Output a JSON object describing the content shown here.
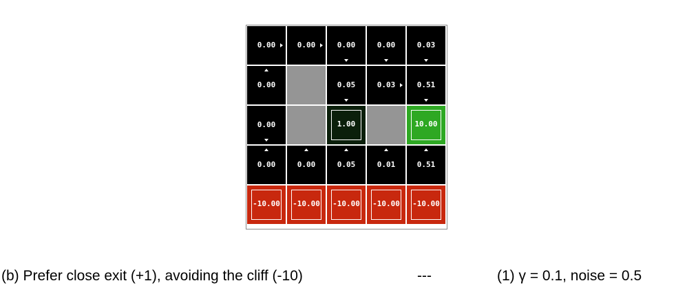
{
  "gridworld": {
    "colors": {
      "empty": "#000000",
      "wall": "#959595",
      "exit_positive_small": "#0b1f0b",
      "exit_positive_large": "#2ea823",
      "cliff": "#c8280e",
      "text": "#ffffff"
    },
    "rows": [
      [
        {
          "type": "empty",
          "value": "0.00",
          "arrow": "right"
        },
        {
          "type": "empty",
          "value": "0.00",
          "arrow": "right"
        },
        {
          "type": "empty",
          "value": "0.00",
          "arrow": "down"
        },
        {
          "type": "empty",
          "value": "0.00",
          "arrow": "down"
        },
        {
          "type": "empty",
          "value": "0.03",
          "arrow": "down"
        }
      ],
      [
        {
          "type": "empty",
          "value": "0.00",
          "arrow": "up"
        },
        {
          "type": "wall",
          "value": "",
          "arrow": ""
        },
        {
          "type": "empty",
          "value": "0.05",
          "arrow": "down"
        },
        {
          "type": "empty",
          "value": "0.03",
          "arrow": "right"
        },
        {
          "type": "empty",
          "value": "0.51",
          "arrow": "down"
        }
      ],
      [
        {
          "type": "empty",
          "value": "0.00",
          "arrow": "down"
        },
        {
          "type": "wall",
          "value": "",
          "arrow": ""
        },
        {
          "type": "exit_positive_small",
          "value": "1.00",
          "arrow": ""
        },
        {
          "type": "wall",
          "value": "",
          "arrow": ""
        },
        {
          "type": "exit_positive_large",
          "value": "10.00",
          "arrow": ""
        }
      ],
      [
        {
          "type": "empty",
          "value": "0.00",
          "arrow": "up"
        },
        {
          "type": "empty",
          "value": "0.00",
          "arrow": "up"
        },
        {
          "type": "empty",
          "value": "0.05",
          "arrow": "up"
        },
        {
          "type": "empty",
          "value": "0.01",
          "arrow": "up"
        },
        {
          "type": "empty",
          "value": "0.51",
          "arrow": "up"
        }
      ],
      [
        {
          "type": "cliff",
          "value": "-10.00",
          "arrow": ""
        },
        {
          "type": "cliff",
          "value": "-10.00",
          "arrow": ""
        },
        {
          "type": "cliff",
          "value": "-10.00",
          "arrow": ""
        },
        {
          "type": "cliff",
          "value": "-10.00",
          "arrow": ""
        },
        {
          "type": "cliff",
          "value": "-10.00",
          "arrow": ""
        }
      ]
    ]
  },
  "caption": {
    "left": "(b) Prefer close exit (+1), avoiding the cliff (-10)",
    "separator": "---",
    "right": "(1)  γ = 0.1, noise = 0.5"
  }
}
